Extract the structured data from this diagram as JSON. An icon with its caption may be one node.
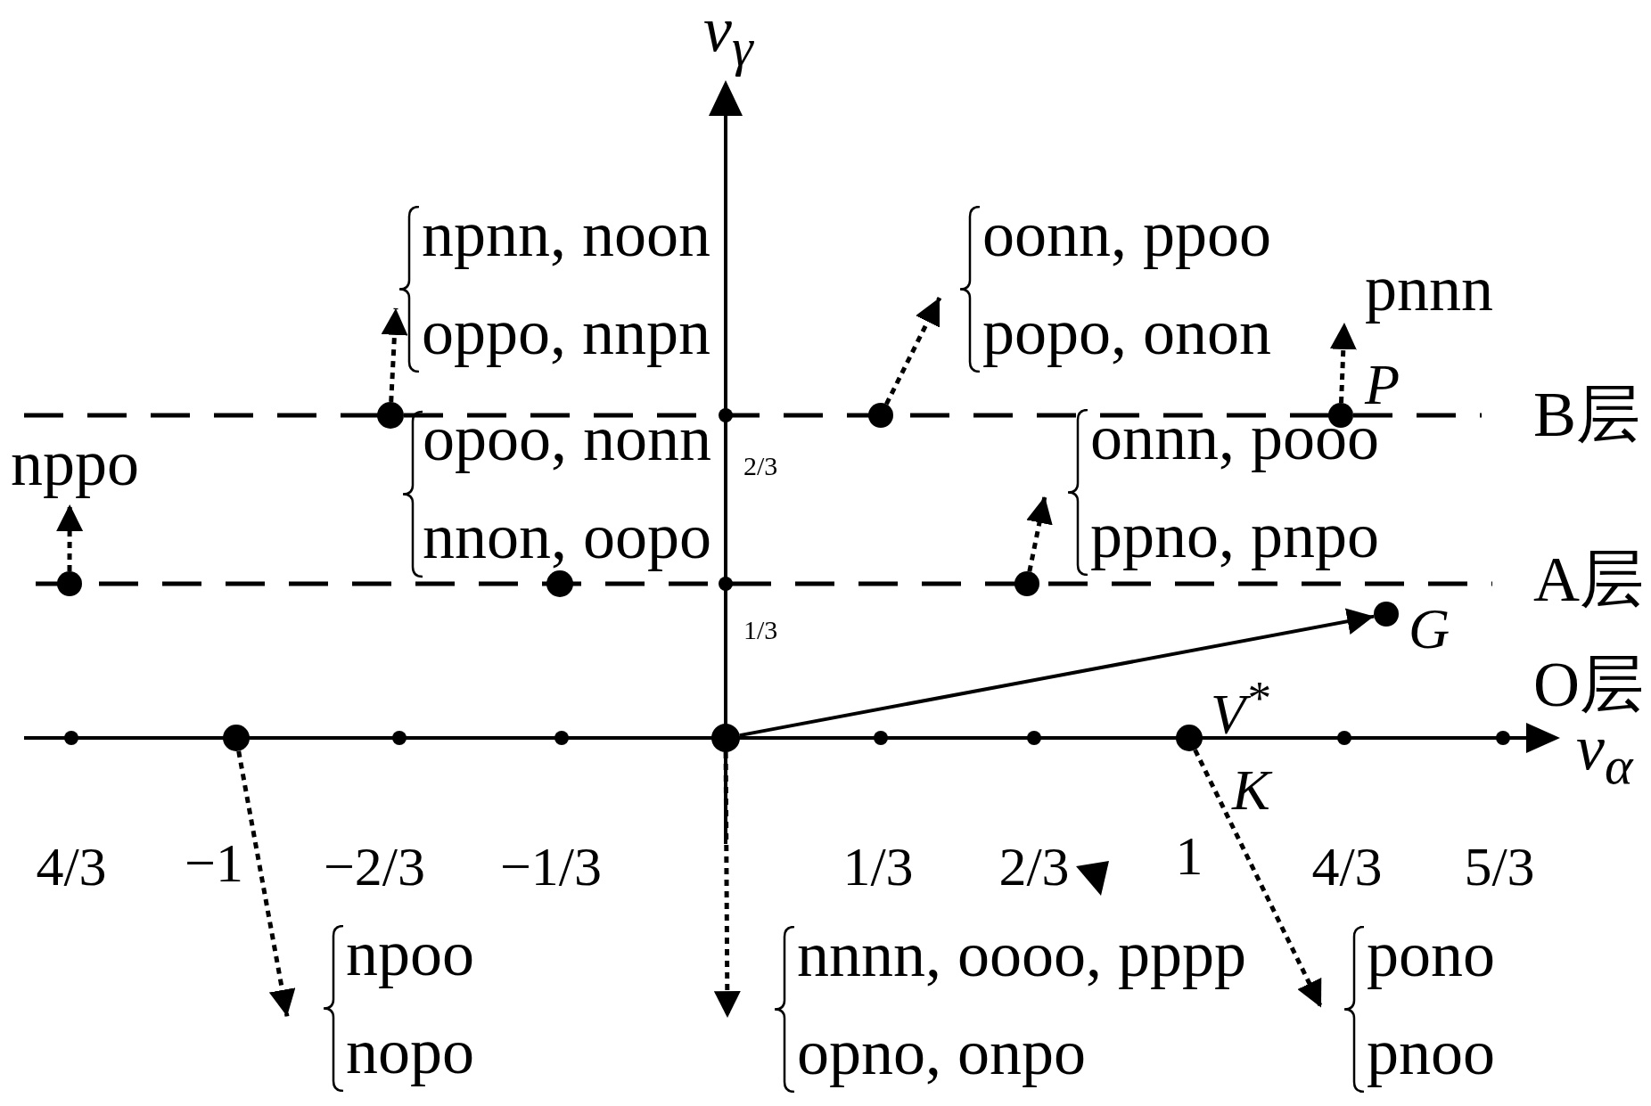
{
  "diagram": {
    "nodes": [
      {
        "text": [
          "npnn, noon",
          "oppo, nnpn"
        ]
      },
      {
        "text": [
          "oonn, ppoo",
          "popo, onon"
        ]
      },
      {
        "text": [
          "pnnn"
        ]
      },
      {
        "text": [],
        "shape": "circle"
      },
      {
        "text": [],
        "shape": "circle"
      },
      {
        "text": [],
        "shape": "circle",
        "beside": [
          "P"
        ]
      },
      {
        "text": [
          "nppo"
        ]
      },
      {
        "text": [
          "onnn, pooo",
          "ppno, pnpo"
        ]
      },
      {
        "text": [],
        "shape": "circle"
      },
      {
        "text": [],
        "shape": "circle"
      },
      {
        "text": [],
        "shape": "circle"
      },
      {
        "text": [],
        "shape": "circle",
        "beside": [
          "G"
        ]
      },
      {
        "text": [],
        "shape": "circle"
      },
      {
        "text": [],
        "shape": "circle"
      },
      {
        "text": [],
        "shape": "circle",
        "beside": [
          "V$^{*}$",
          "K"
        ]
      },
      {
        "text": [
          "npoo",
          "nopo"
        ]
      },
      {
        "text": [
          "nnnn, oooo, pppp",
          "opno, onpo"
        ]
      },
      {
        "text": [
          "pono",
          "pnoo"
        ]
      }
    ],
    "edges": [
      {
        "from": 3,
        "to": 0,
        "arrow": "to",
        "style": "dashed"
      },
      {
        "from": 4,
        "to": 1,
        "arrow": "to",
        "style": "dashed"
      },
      {
        "from": 5,
        "to": 2,
        "arrow": "to",
        "style": "dashed"
      },
      {
        "from": 8,
        "to": 6,
        "arrow": "to",
        "style": "dashed"
      },
      {
        "from": 10,
        "to": 7,
        "arrow": "to",
        "style": "dashed"
      },
      {
        "from": 13,
        "to": 11,
        "arrow": "to"
      },
      {
        "from": 12,
        "to": 15,
        "arrow": "to",
        "style": "dashed"
      },
      {
        "from": 13,
        "to": 16,
        "arrow": "to",
        "style": "dashed"
      },
      {
        "from": 14,
        "to": 17,
        "arrow": "to",
        "style": "dashed"
      }
    ],
    "labels": [
      "v$_{γ}$",
      "B层",
      "opoo, nonn",
      "2/3",
      "nnon, oopo",
      "A层",
      "1/3",
      "O层",
      "v$_{α}$",
      "4/3",
      "−1",
      "−2/3",
      "−1/3",
      "1/3",
      "2/3",
      "1",
      "4/3",
      "5/3"
    ]
  }
}
